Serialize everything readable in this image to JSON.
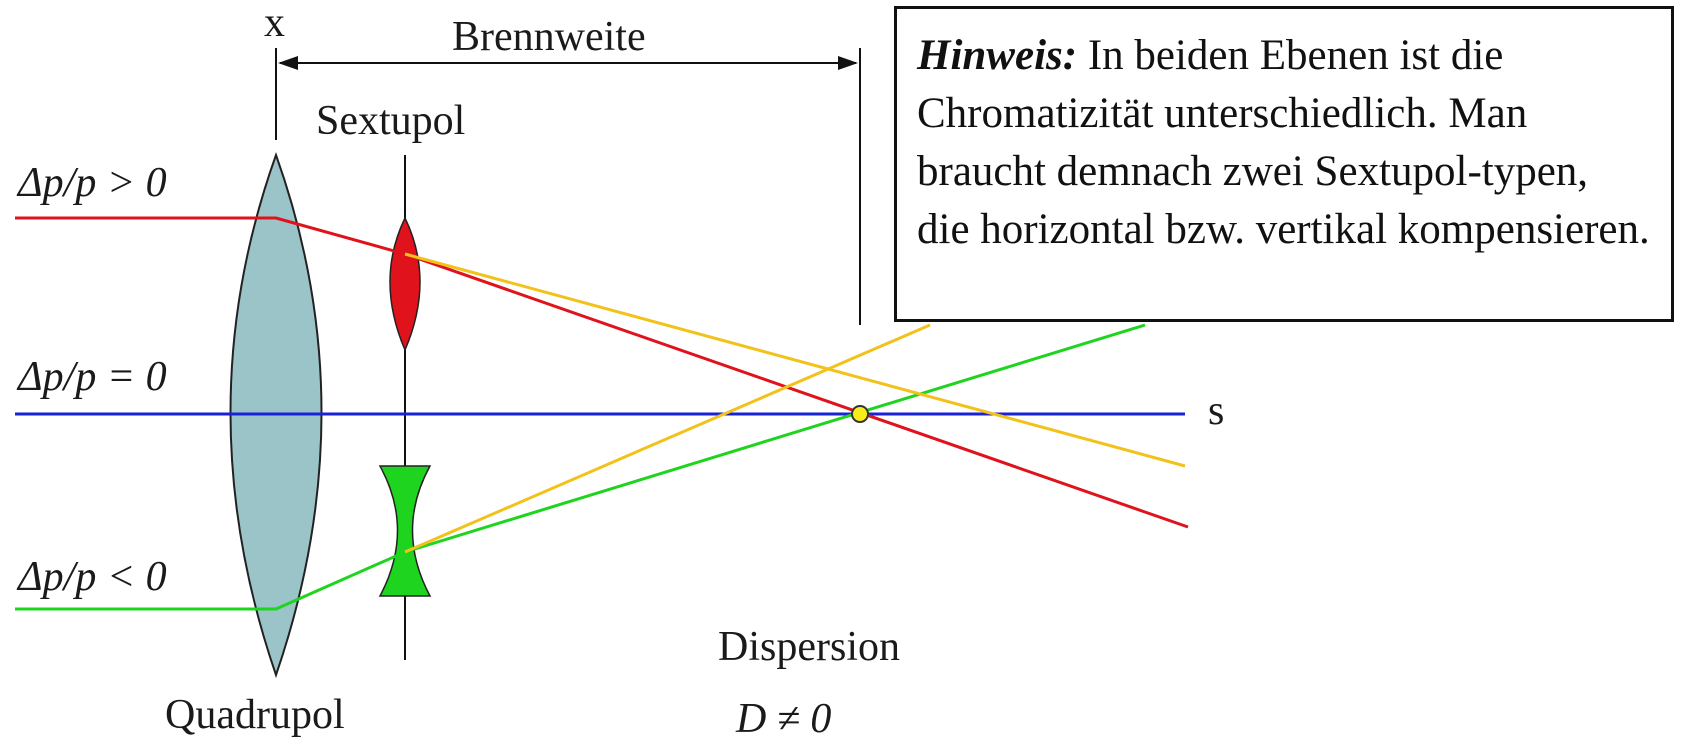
{
  "labels": {
    "x_axis": "x",
    "s_axis": "s",
    "focal_length": "Brennweite",
    "sextupole": "Sextupol",
    "quadrupole": "Quadrupol",
    "dispersion": "Dispersion",
    "dispersion_value": "D ≠ 0",
    "momentum_positive": "Δp/p > 0",
    "momentum_zero": "Δp/p = 0",
    "momentum_negative": "Δp/p < 0"
  },
  "note": {
    "heading": "Hinweis:",
    "text": "In beiden Ebenen ist die Chromatizität unterschiedlich. Man braucht demnach zwei Sextupol-typen, die horizontal bzw. vertikal kompensieren."
  },
  "colors": {
    "quadrupole_lens": "#9bc4c9",
    "positive_ray": "#e0121b",
    "zero_ray": "#1a22d8",
    "negative_ray": "#1ed41e",
    "corrected_ray": "#f2c21a",
    "focus_point": "#f5ee1a"
  }
}
